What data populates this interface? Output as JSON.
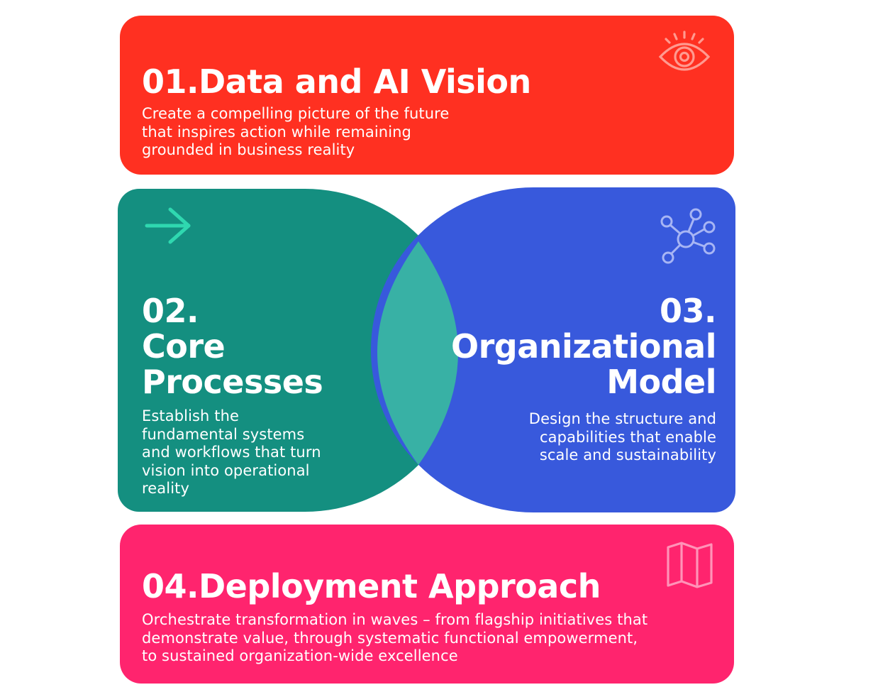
{
  "colors": {
    "vision_red": "#ff3021",
    "core_teal": "#148f80",
    "org_blue": "#3859dc",
    "overlap_teal": "#38b1a5",
    "deploy_pink": "#ff246e",
    "arrow_green": "#2fd8b0",
    "eye_icon": "#ff9a90",
    "network_icon": "#a7b5f4",
    "map_icon": "#ff93b8"
  },
  "sections": {
    "vision": {
      "title": "01.Data and AI Vision",
      "description": "Create a compelling picture of the future that inspires action while remaining grounded in business reality",
      "icon": "eye-icon"
    },
    "core": {
      "number": "02.",
      "title_line1": "Core",
      "title_line2": "Processes",
      "description": "Establish the fundamental systems and workflows that turn vision into operational reality",
      "icon": "arrow-right-icon"
    },
    "org": {
      "number": "03.",
      "title_line1": "Organizational",
      "title_line2": "Model",
      "description": "Design the structure and capabilities that enable scale and sustainability",
      "icon": "network-icon"
    },
    "deploy": {
      "title": "04.Deployment Approach",
      "description": "Orchestrate transformation in waves – from flagship initiatives that demonstrate value, through systematic functional empowerment, to sustained organization-wide excellence",
      "icon": "map-icon"
    }
  }
}
